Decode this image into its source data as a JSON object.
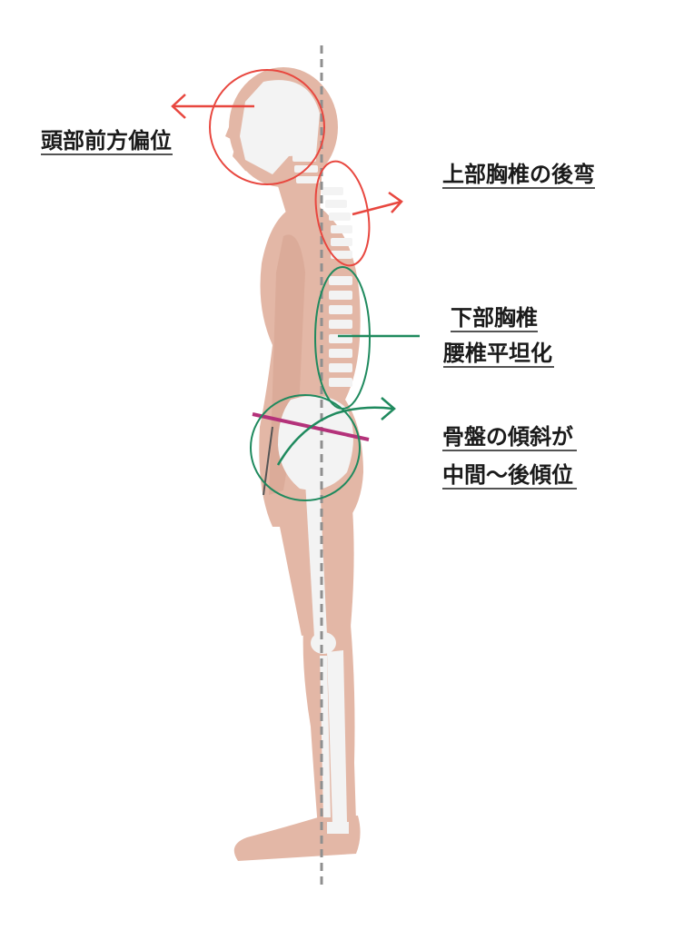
{
  "labels": {
    "head": "頭部前方偏位",
    "upper_thoracic": "上部胸椎の後弯",
    "lower_line1": "下部胸椎",
    "lower_line2": "腰椎平坦化",
    "pelvis_line1": "骨盤の傾斜が",
    "pelvis_line2": "中間〜後傾位"
  },
  "colors": {
    "body": "#e3b7a6",
    "bone": "#f3f3f3",
    "plumb_line": "#8f8f8f",
    "red": "#e8473f",
    "green": "#1f8a5e",
    "pelvis_line": "#b4327a",
    "text": "#1a1a1a"
  }
}
